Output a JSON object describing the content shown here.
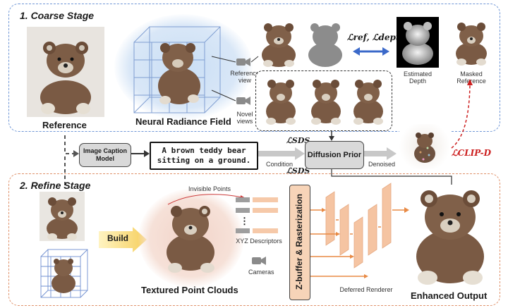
{
  "coarse_stage": {
    "title": "1. Coarse Stage",
    "reference_label": "Reference",
    "nerf_label": "Neural Radiance Field",
    "reference_view_label": "Reference view",
    "novel_views_label": "Novel views",
    "loss_ref_depth": "ℒref, ℒdepth",
    "estimated_depth_label": "Estimated Depth",
    "masked_reference_label": "Masked Reference"
  },
  "middle": {
    "caption_model_label": "Image Caption Model",
    "caption_text": "A brown teddy bear sitting on a ground.",
    "loss_sds_top": "ℒSDS",
    "loss_sds_bottom": "ℒSDS",
    "condition_label": "Condition",
    "diffusion_prior_label": "Diffusion Prior",
    "denoised_label": "Denoised",
    "loss_clip_d": "ℒCLIP-D"
  },
  "refine_stage": {
    "title": "2. Refine Stage",
    "build_label": "Build",
    "invisible_points_label": "Invisible Points",
    "ellipsis": "⋮",
    "xyz_label": "XYZ",
    "descriptors_label": "Descriptors",
    "cameras_label": "Cameras",
    "textured_point_clouds_label": "Textured Point Clouds",
    "zbuffer_label": "Z-buffer & Rasterization",
    "deferred_renderer_label": "Deferred Renderer",
    "enhanced_output_label": "Enhanced Output"
  },
  "colors": {
    "coarse_border": "#6f96d6",
    "refine_border": "#e0916a",
    "arrow_orange": "#e88a45",
    "loss_blue": "#3b69c9",
    "clip_red": "#cc1f1f",
    "bear_brown": "#7a5a44"
  }
}
